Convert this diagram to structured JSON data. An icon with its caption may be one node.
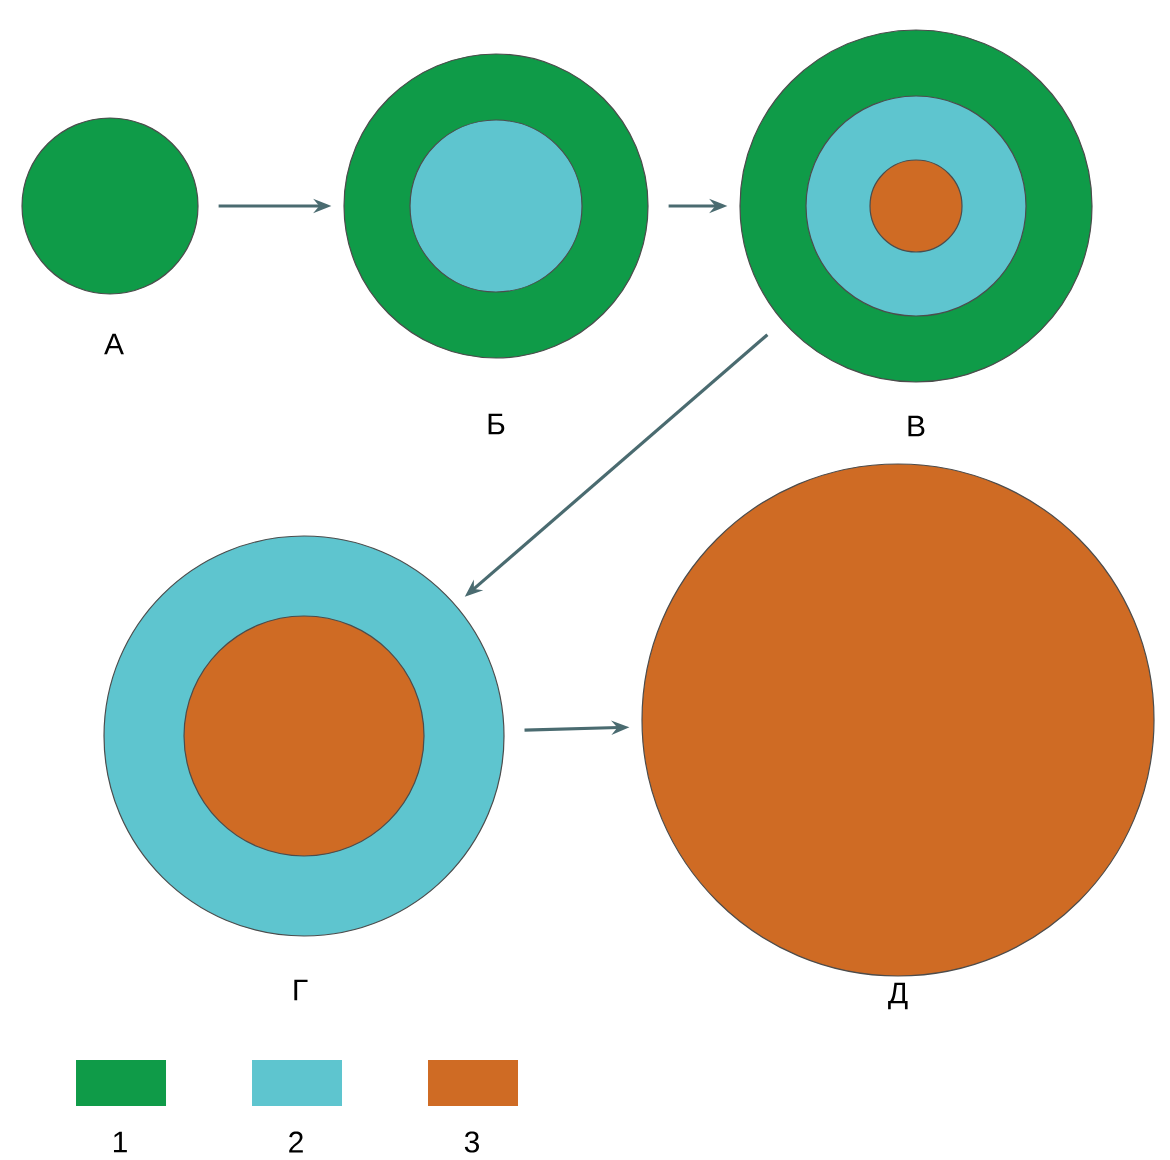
{
  "diagram": {
    "nodes": [
      {
        "text": [],
        "shape": "circle",
        "beside": [
          "А"
        ]
      },
      {
        "text": [],
        "shape": "circle",
        "beside": [
          "Б"
        ]
      },
      {
        "text": [],
        "shape": "circle",
        "in": 1
      },
      {
        "text": [],
        "shape": "circle",
        "beside": [
          "В"
        ]
      },
      {
        "text": [],
        "shape": "circle",
        "in": 3
      },
      {
        "text": [],
        "shape": "circle",
        "in": 4
      },
      {
        "text": [],
        "shape": "circle",
        "beside": [
          "Г"
        ]
      },
      {
        "text": [],
        "shape": "circle",
        "in": 6
      },
      {
        "text": [],
        "shape": "circle",
        "beside": [
          "Д"
        ]
      }
    ],
    "edges": [
      {
        "from": 0,
        "to": 1,
        "arrow": "to"
      },
      {
        "from": 1,
        "to": 3,
        "arrow": "to"
      },
      {
        "from": 3,
        "to": 6,
        "arrow": "to"
      },
      {
        "from": 6,
        "to": 8,
        "arrow": "to"
      }
    ],
    "legend": [
      {
        "text": "1",
        "color": "#0f9b48"
      },
      {
        "text": "2",
        "color": "#5ec5cf"
      },
      {
        "text": "3",
        "color": "#cf6b24"
      }
    ]
  }
}
